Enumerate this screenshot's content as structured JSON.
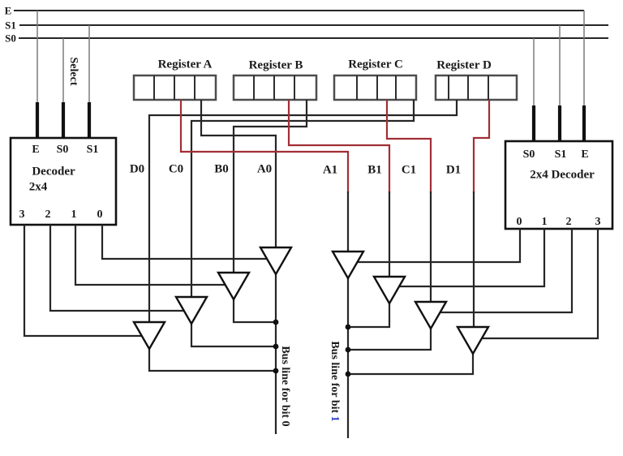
{
  "signals": {
    "e": "E",
    "s1": "S1",
    "s0": "S0",
    "select": "Select"
  },
  "registers": [
    {
      "name": "Register A",
      "cells": 4
    },
    {
      "name": "Register B",
      "cells": 4
    },
    {
      "name": "Register C",
      "cells": 4
    },
    {
      "name": "Register D",
      "cells": 4
    }
  ],
  "decoder_left": {
    "inputs": [
      "E",
      "S0",
      "S1"
    ],
    "label_line1": "Decoder",
    "label_line2": "2x4",
    "outputs": [
      "3",
      "2",
      "1",
      "0"
    ]
  },
  "decoder_right": {
    "inputs": [
      "S0",
      "S1",
      "E"
    ],
    "label": "2x4 Decoder",
    "outputs": [
      "0",
      "1",
      "2",
      "3"
    ]
  },
  "bit0_lines": {
    "labels": [
      "D0",
      "C0",
      "B0",
      "A0"
    ]
  },
  "bit1_lines": {
    "labels": [
      "A1",
      "B1",
      "C1",
      "D1"
    ]
  },
  "bus_lines": [
    {
      "label": "Bus line for bit 0"
    },
    {
      "label_prefix": "Bus line for bit ",
      "label_bit": "1"
    }
  ],
  "icons": {
    "tristate_buffer": "downward-triangle",
    "junction_dot": "filled-circle"
  },
  "colors": {
    "wire": "#262626",
    "red_wire": "#a12f35",
    "blue_bit": "#2233cc",
    "register_outline": "#4d4d4d"
  }
}
